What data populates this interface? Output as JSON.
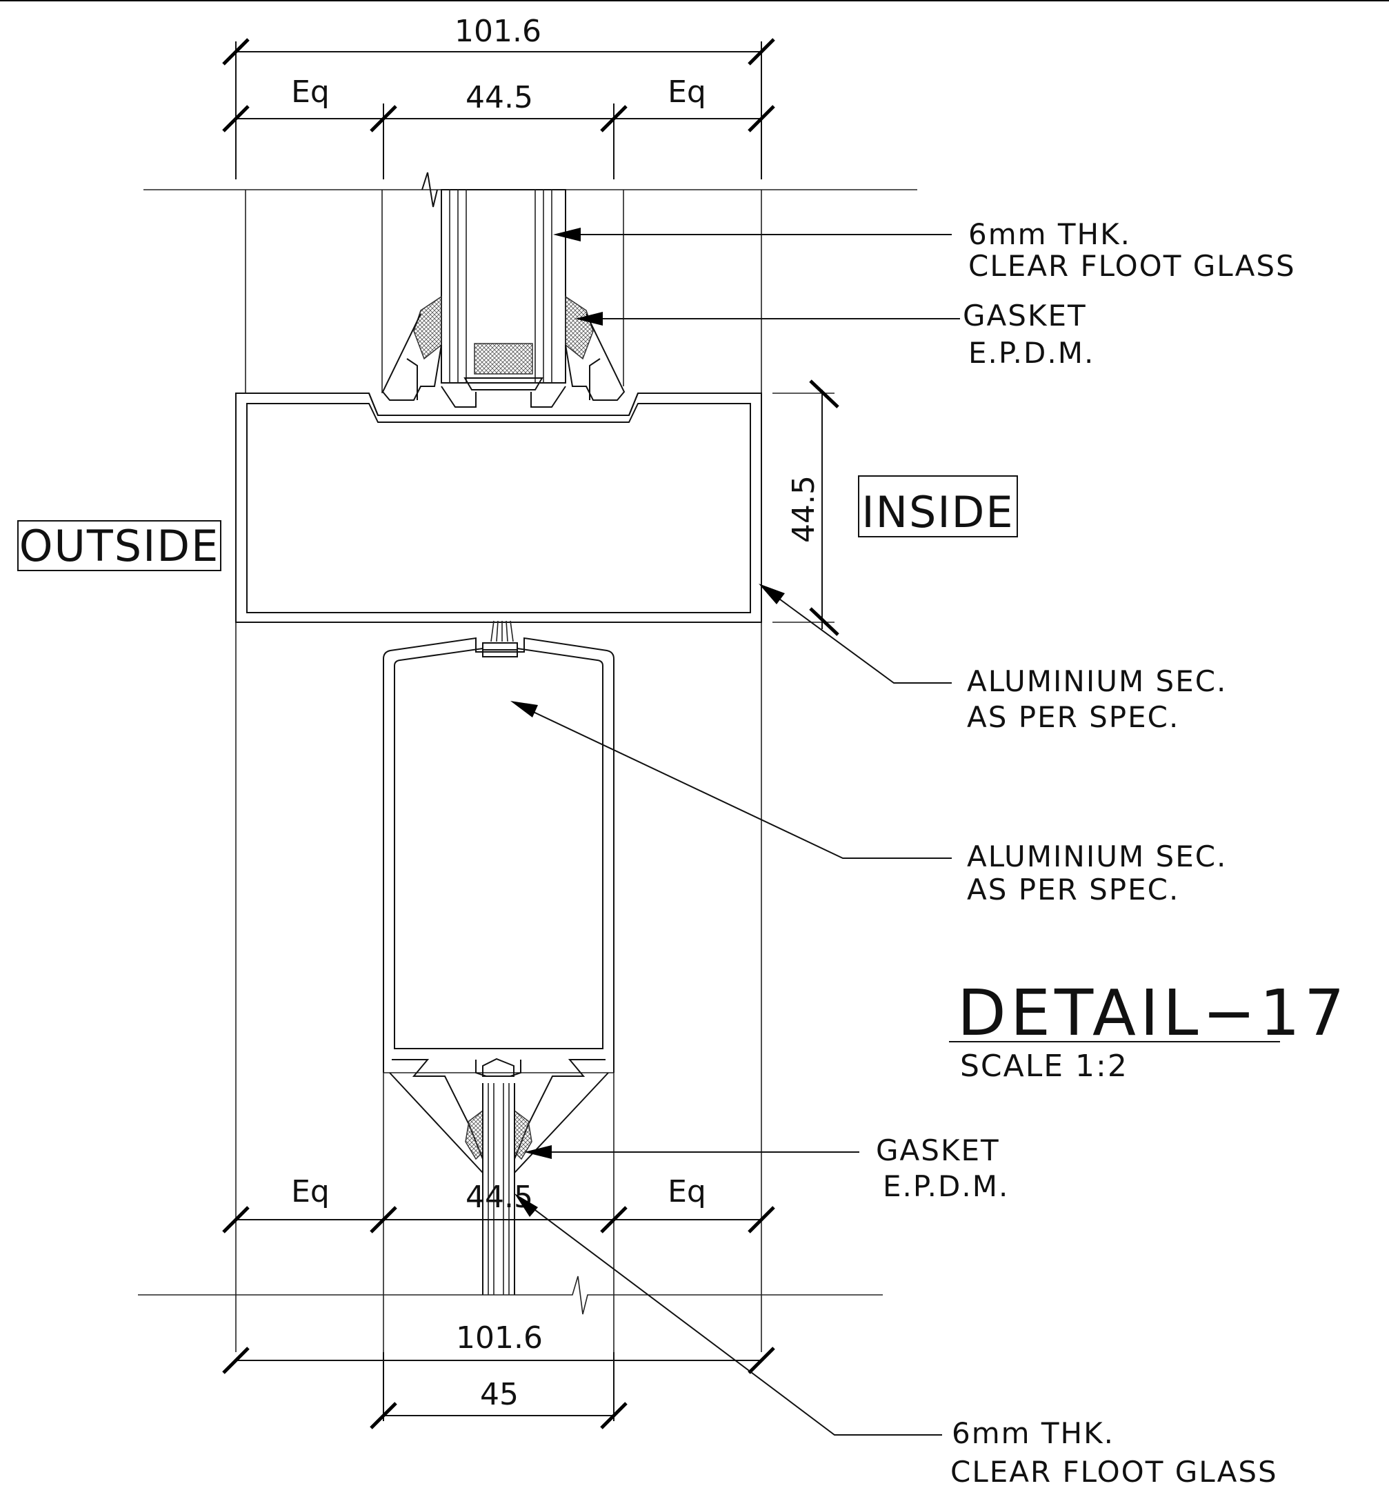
{
  "drawing": {
    "title": "DETAIL−17",
    "scale": "SCALE  1:2",
    "side_labels": {
      "outside": "OUTSIDE",
      "inside": "INSIDE"
    },
    "dimensions": {
      "top_overall": "101.6",
      "top_eq_left": "Eq",
      "top_center": "44.5",
      "top_eq_right": "Eq",
      "transom_depth": "44.5",
      "bottom_eq_left": "Eq",
      "bottom_center": "44.5",
      "bottom_eq_right": "Eq",
      "bottom_overall": "101.6",
      "bottom_mullion": "45"
    },
    "annotations": {
      "glass_top_line1": "6mm  THK.",
      "glass_top_line2": "CLEAR  FLOOT  GLASS",
      "gasket_top_line1": "GASKET",
      "gasket_top_line2": "E.P.D.M.",
      "alum_1_line1": "ALUMINIUM  SEC.",
      "alum_1_line2": "AS  PER  SPEC.",
      "alum_2_line1": "ALUMINIUM  SEC.",
      "alum_2_line2": "AS  PER  SPEC.",
      "gasket_bottom_line1": "GASKET",
      "gasket_bottom_line2": "E.P.D.M.",
      "glass_bottom_line1": "6mm  THK.",
      "glass_bottom_line2": "CLEAR  FLOOT  GLASS"
    }
  }
}
